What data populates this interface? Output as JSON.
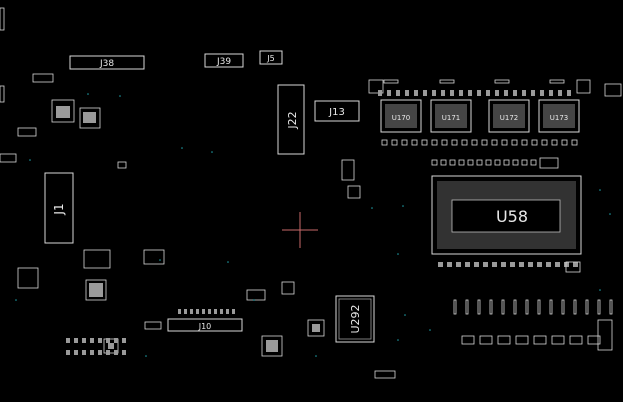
{
  "viewer": {
    "background": "#000000",
    "outline_color": "#d9d9d9",
    "pad_color": "#9a9a9a",
    "via_color": "#1fa0a8",
    "cursor_color": "#c86a6a"
  },
  "labels": {
    "J38": "J38",
    "J39": "J39",
    "J5": "J5",
    "J22": "J22",
    "J13": "J13",
    "J1": "J1",
    "J10": "J10",
    "U58": "U58",
    "U292": "U292",
    "U170": "U170",
    "U171": "U171",
    "U172": "U172",
    "U173": "U173"
  }
}
